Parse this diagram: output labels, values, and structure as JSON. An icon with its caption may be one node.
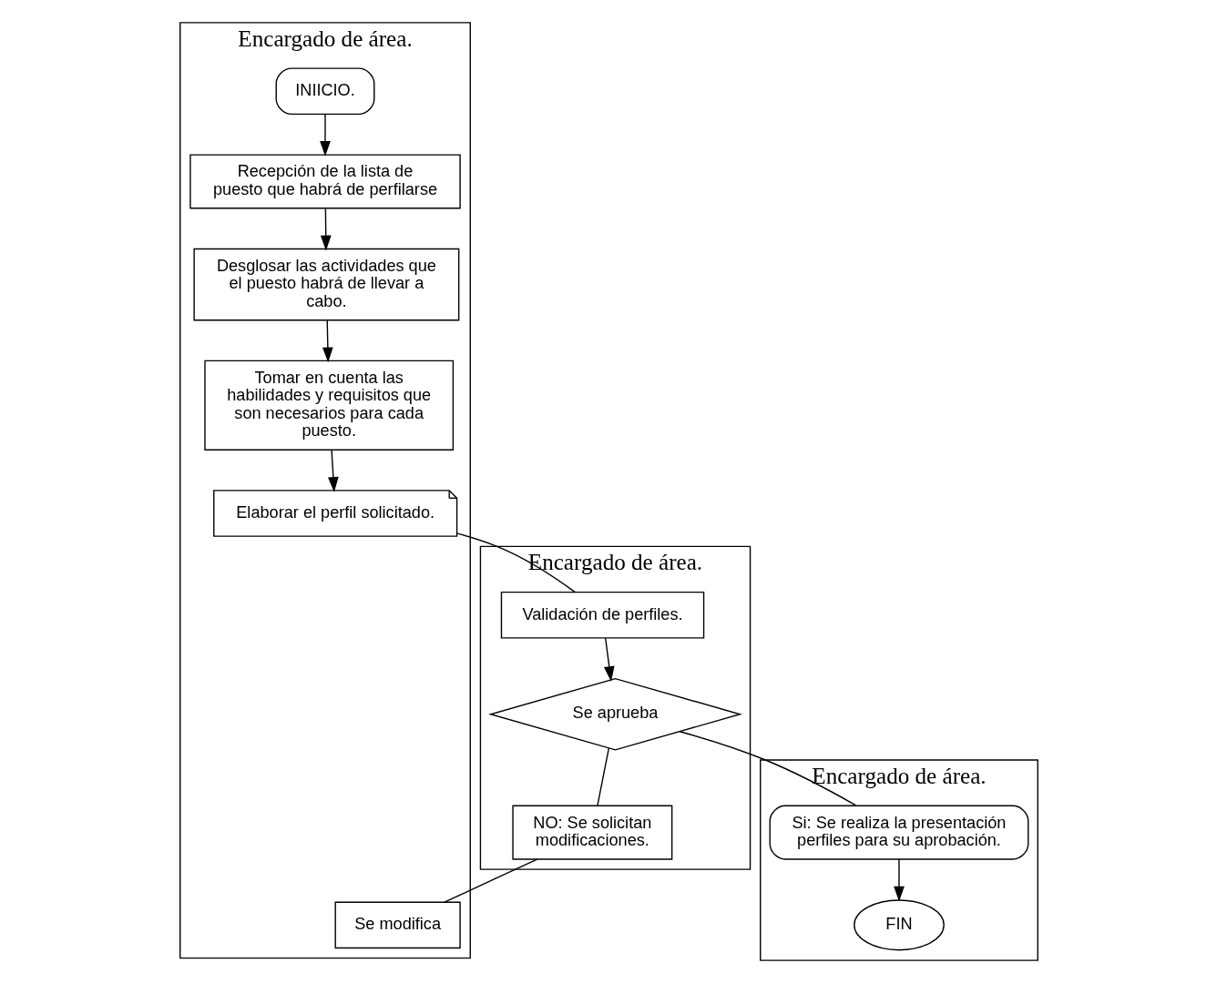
{
  "diagram": {
    "nodes": [
      {
        "text": [
          "Encargado de área."
        ]
      },
      {
        "text": [
          "Encargado de área."
        ]
      },
      {
        "text": [
          "Encargado de área."
        ]
      },
      {
        "text": [
          "INIICIO."
        ],
        "in": 0
      },
      {
        "text": [
          "Recepción de la lista de puesto que habrá de perfilarse"
        ],
        "in": 0
      },
      {
        "text": [
          "Desglosar las actividades que el puesto habrá de llevar a cabo."
        ],
        "in": 0
      },
      {
        "text": [
          "Tomar en cuenta las habilidades y requisitos que son necesarios para cada puesto."
        ],
        "in": 0
      },
      {
        "text": [
          "Elaborar el perfil solicitado."
        ],
        "in": 0
      },
      {
        "text": [
          "Se modifica"
        ],
        "in": 0
      },
      {
        "text": [
          "Validación de perfiles."
        ],
        "in": 1
      },
      {
        "text": [
          "Se aprueba"
        ],
        "in": 1
      },
      {
        "text": [
          "NO: Se solicitan modificaciones."
        ],
        "in": 1
      },
      {
        "text": [
          "Si: Se realiza la presentación perfiles para su aprobación."
        ],
        "in": 2
      },
      {
        "text": [
          "FIN"
        ],
        "in": 2
      }
    ],
    "edges": [
      {
        "from": 3,
        "to": 4,
        "arrow": "to"
      },
      {
        "from": 4,
        "to": 5,
        "arrow": "to"
      },
      {
        "from": 5,
        "to": 6,
        "arrow": "to"
      },
      {
        "from": 6,
        "to": 7,
        "arrow": "to"
      },
      {
        "from": 7,
        "to": 9,
        "arrow": "none"
      },
      {
        "from": 9,
        "to": 10,
        "arrow": "to"
      },
      {
        "from": 10,
        "to": 12,
        "arrow": "none"
      },
      {
        "from": 10,
        "to": 11,
        "arrow": "none"
      },
      {
        "from": 11,
        "to": 8,
        "arrow": "none"
      },
      {
        "from": 12,
        "to": 13,
        "arrow": "to"
      }
    ]
  }
}
